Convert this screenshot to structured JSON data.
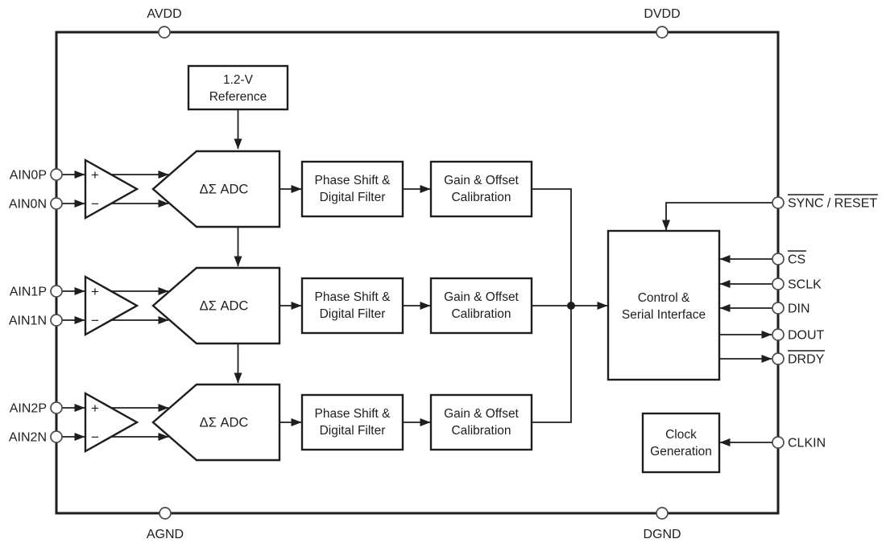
{
  "pins": {
    "top": {
      "avdd": "AVDD",
      "dvdd": "DVDD"
    },
    "bottom": {
      "agnd": "AGND",
      "dgnd": "DGND"
    },
    "left": [
      "AIN0P",
      "AIN0N",
      "AIN1P",
      "AIN1N",
      "AIN2P",
      "AIN2N"
    ],
    "right": {
      "sync_reset": {
        "p1": "SYNC",
        "sep": " / ",
        "p2": "RESET"
      },
      "cs": "CS",
      "sclk": "SCLK",
      "din": "DIN",
      "dout": "DOUT",
      "drdy": "DRDY",
      "clkin": "CLKIN"
    }
  },
  "blocks": {
    "reference": {
      "line1": "1.2-V",
      "line2": "Reference"
    },
    "adc": "ΔΣ ADC",
    "phase_filter": {
      "line1": "Phase Shift &",
      "line2": "Digital Filter"
    },
    "gain_cal": {
      "line1": "Gain & Offset",
      "line2": "Calibration"
    },
    "control": {
      "line1": "Control &",
      "line2": "Serial Interface"
    },
    "clock": {
      "line1": "Clock",
      "line2": "Generation"
    }
  },
  "amplifier": {
    "plus": "+",
    "minus": "−"
  },
  "colors": {
    "line": "#1e1e1e",
    "background": "#ffffff"
  }
}
